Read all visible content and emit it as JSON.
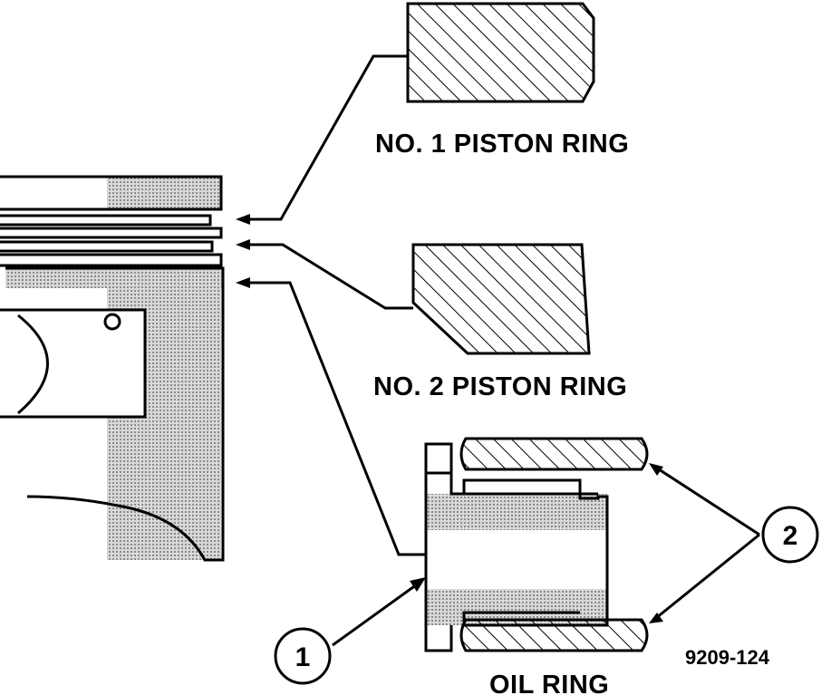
{
  "labels": {
    "ring1": "NO. 1 PISTON RING",
    "ring2": "NO. 2 PISTON RING",
    "oil": "OIL RING",
    "figure_id": "9209-124"
  },
  "callouts": {
    "c1": "1",
    "c2": "2"
  },
  "colors": {
    "ink": "#000000",
    "stipple": "#bdbdbd",
    "paper": "#ffffff"
  }
}
